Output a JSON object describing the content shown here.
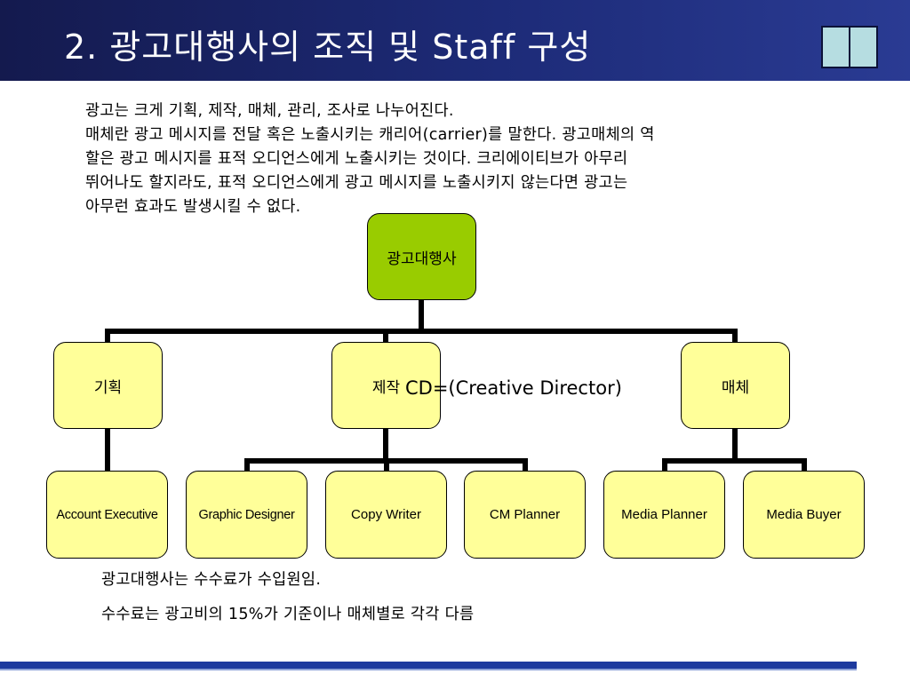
{
  "slide": {
    "title": "2. 광고대행사의 조직 및 Staff 구성"
  },
  "body_text": [
    "광고는 크게 기획, 제작, 매체, 관리, 조사로 나누어진다.",
    "매체란 광고 메시지를 전달 혹은 노출시키는 캐리어(carrier)를 말한다. 광고매체의 역",
    "할은 광고 메시지를 표적 오디언스에게 노출시키는 것이다. 크리에이티브가 아무리",
    "뛰어나도 할지라도, 표적 오디언스에게 광고 메시지를 노출시키지 않는다면 광고는",
    "아무런 효과도 발생시킬 수 없다."
  ],
  "org_chart": {
    "root": "광고대행사",
    "departments": [
      "기획",
      "제작",
      "매체"
    ],
    "staff": {
      "planning": [
        "Account Executive"
      ],
      "production": [
        "Graphic Designer",
        "Copy Writer",
        "CM Planner"
      ],
      "media": [
        "Media Planner",
        "Media Buyer"
      ]
    },
    "annotation": "CD=(Creative Director)"
  },
  "colors": {
    "header_bg": "#1d2b78",
    "root_fill": "#99cc00",
    "node_fill": "#ffff99",
    "deco_fill": "#b6dde1",
    "bottom_bar": "#1d3a9e"
  },
  "footnotes": [
    "광고대행사는 수수료가 수입원임.",
    "수수료는 광고비의 15%가 기준이나 매체별로 각각 다름"
  ]
}
